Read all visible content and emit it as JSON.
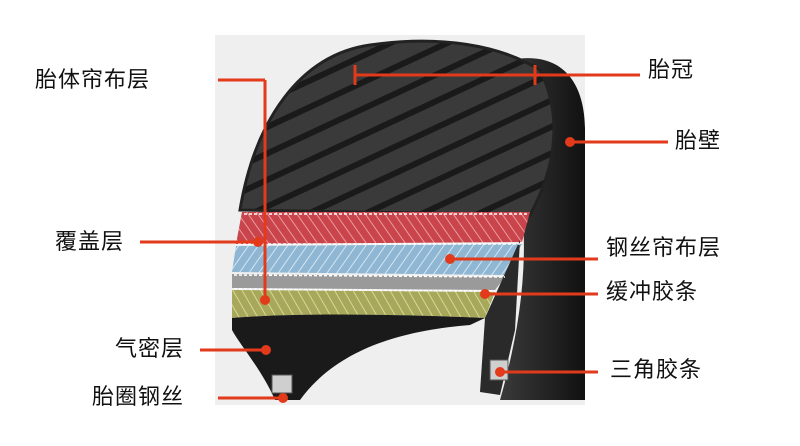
{
  "labels": {
    "carcass_ply": "胎体帘布层",
    "crown": "胎冠",
    "sidewall": "胎壁",
    "cap_ply": "覆盖层",
    "steel_belt": "钢丝帘布层",
    "buffer_strip": "缓冲胶条",
    "inner_liner": "气密层",
    "apex": "三角胶条",
    "bead_wire": "胎圈钢丝"
  },
  "colors": {
    "leader": "#e23a1a",
    "text": "#111111",
    "tire_rubber": "#2b2b2b",
    "cap_ply_layer": "#c9444b",
    "steel_belt_layer": "#8fb6d3",
    "carcass_layer": "#b8b86a"
  }
}
